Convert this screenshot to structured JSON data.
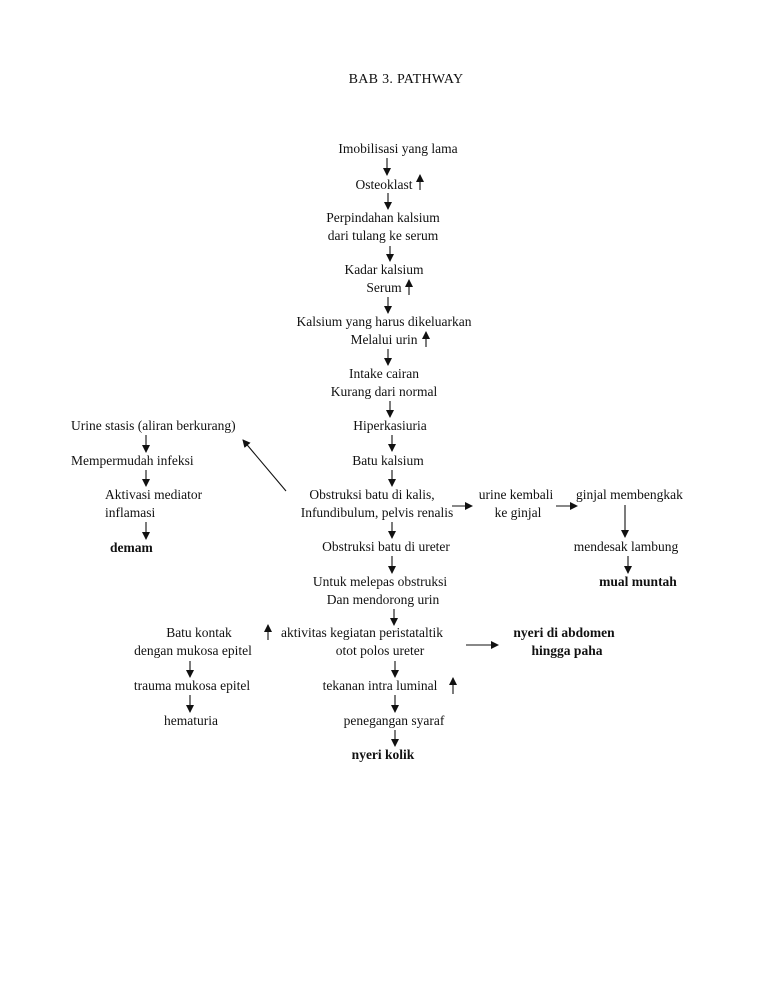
{
  "title": "BAB 3. PATHWAY",
  "center": {
    "imobilisasi": "Imobilisasi yang lama",
    "osteoklast": "Osteoklast",
    "perpindahan_1": "Perpindahan kalsium",
    "perpindahan_2": "dari tulang ke serum",
    "kadar_1": "Kadar kalsium",
    "kadar_2": "Serum",
    "kalsium_1": "Kalsium yang harus dikeluarkan",
    "kalsium_2": "Melalui urin",
    "intake_1": "Intake cairan",
    "intake_2": "Kurang dari normal",
    "hiperkasiuria": "Hiperkasiuria",
    "batu_kalsium": "Batu kalsium",
    "obstruksi_kalis_1": "Obstruksi batu di kalis,",
    "obstruksi_kalis_2": "Infundibulum, pelvis renalis",
    "obstruksi_ureter": "Obstruksi batu di ureter",
    "melepas_1": "Untuk melepas obstruksi",
    "melepas_2": "Dan mendorong urin",
    "aktivitas_1": "aktivitas kegiatan peristataltik",
    "aktivitas_2": "otot polos ureter",
    "tekanan": "tekanan intra luminal",
    "penegangan": "penegangan syaraf",
    "nyeri_kolik": "nyeri kolik"
  },
  "left": {
    "urine_stasis": "Urine stasis (aliran berkurang)",
    "mempermudah": "Mempermudah infeksi",
    "aktivasi_1": "Aktivasi mediator",
    "aktivasi_2": "inflamasi",
    "demam": "demam",
    "batu_kontak_1": "Batu kontak",
    "batu_kontak_2": "dengan mukosa epitel",
    "trauma": "trauma mukosa epitel",
    "hematuria": "hematuria"
  },
  "right": {
    "urine_kembali_1": "urine kembali",
    "urine_kembali_2": "ke ginjal",
    "ginjal": "ginjal membengkak",
    "mendesak": "mendesak lambung",
    "mual": "mual muntah",
    "nyeri_abdomen_1": "nyeri di abdomen",
    "nyeri_abdomen_2": "hingga paha"
  }
}
